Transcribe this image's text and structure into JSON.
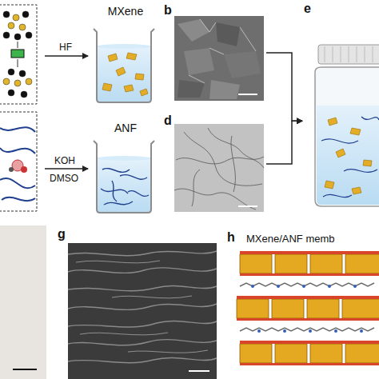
{
  "diagram": {
    "nodes": [
      {
        "text": [
          "MXene"
        ]
      },
      {
        "text": [
          "b"
        ]
      },
      {
        "text": [
          "ANF"
        ]
      },
      {
        "text": [
          "d"
        ]
      },
      {
        "text": [
          "e"
        ]
      },
      {
        "text": [
          "g"
        ]
      },
      {
        "text": [
          "h",
          "MXene/ANF memb"
        ]
      }
    ],
    "edges": [
      {
        "from": 1,
        "to": 4,
        "arrow": "to"
      },
      {
        "from": 3,
        "to": 4,
        "arrow": "to"
      }
    ],
    "labels": [
      "HF",
      "KOH",
      "DMSO"
    ]
  }
}
